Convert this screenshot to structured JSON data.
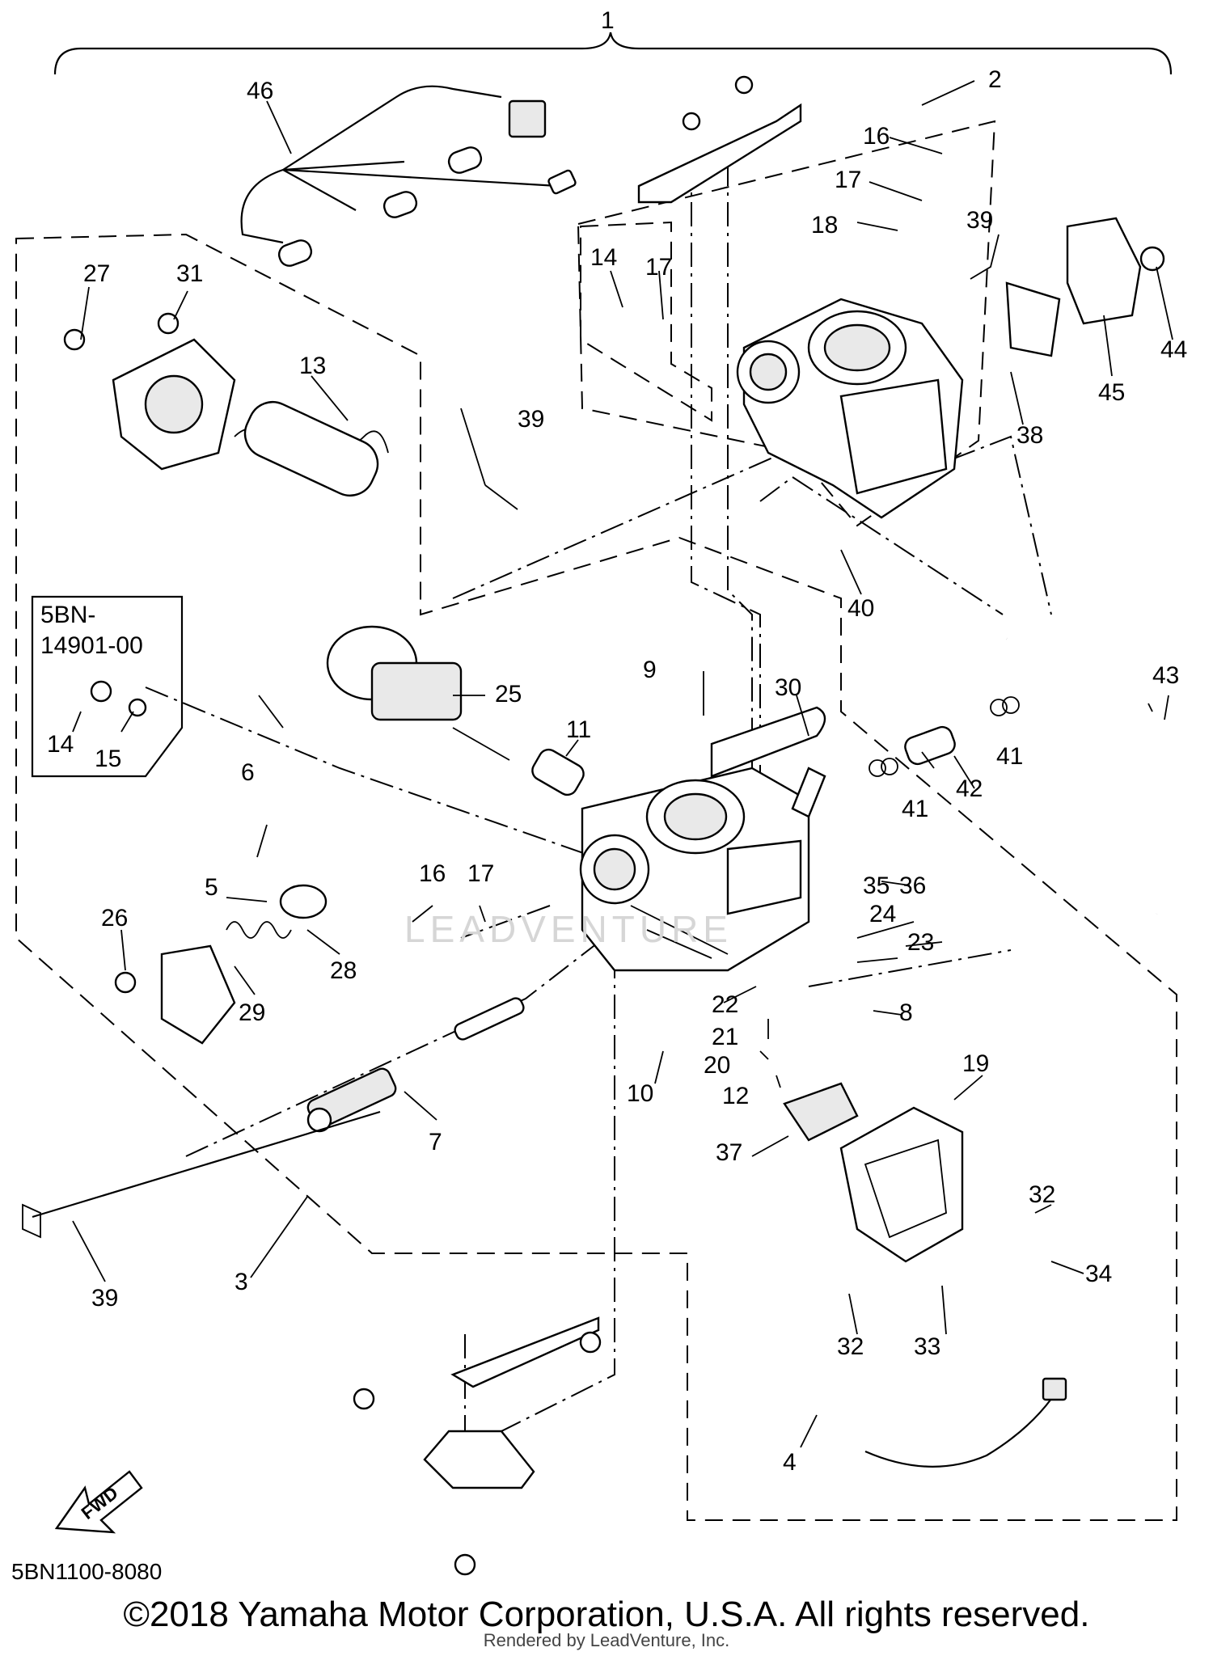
{
  "diagram": {
    "assembly_callout": "1",
    "callouts": {
      "c2": "2",
      "c3": "3",
      "c4": "4",
      "c5": "5",
      "c6": "6",
      "c7": "7",
      "c8": "8",
      "c9": "9",
      "c10": "10",
      "c11": "11",
      "c12": "12",
      "c13": "13",
      "c14a": "14",
      "c14b": "14",
      "c15": "15",
      "c16a": "16",
      "c16b": "16",
      "c17a": "17",
      "c17b": "17",
      "c17c": "17",
      "c18": "18",
      "c19": "19",
      "c20": "20",
      "c21": "21",
      "c22": "22",
      "c23": "23",
      "c24": "24",
      "c25": "25",
      "c26": "26",
      "c27": "27",
      "c28": "28",
      "c29": "29",
      "c30": "30",
      "c31": "31",
      "c32a": "32",
      "c32b": "32",
      "c33": "33",
      "c34": "34",
      "c35": "35",
      "c36": "36",
      "c37": "37",
      "c38": "38",
      "c39a": "39",
      "c39b": "39",
      "c39c": "39",
      "c40": "40",
      "c41a": "41",
      "c41b": "41",
      "c42": "42",
      "c43": "43",
      "c44": "44",
      "c45": "45",
      "c46": "46"
    },
    "kit_box": {
      "line1": "5BN-",
      "line2": "14901-00"
    },
    "fwd_label": "FWD",
    "watermark": "LEADVENTURE"
  },
  "footer": {
    "code": "5BN1100-8080",
    "copyright": "©2018 Yamaha Motor Corporation, U.S.A. All rights reserved.",
    "rendered_by": "Rendered by LeadVenture, Inc."
  }
}
